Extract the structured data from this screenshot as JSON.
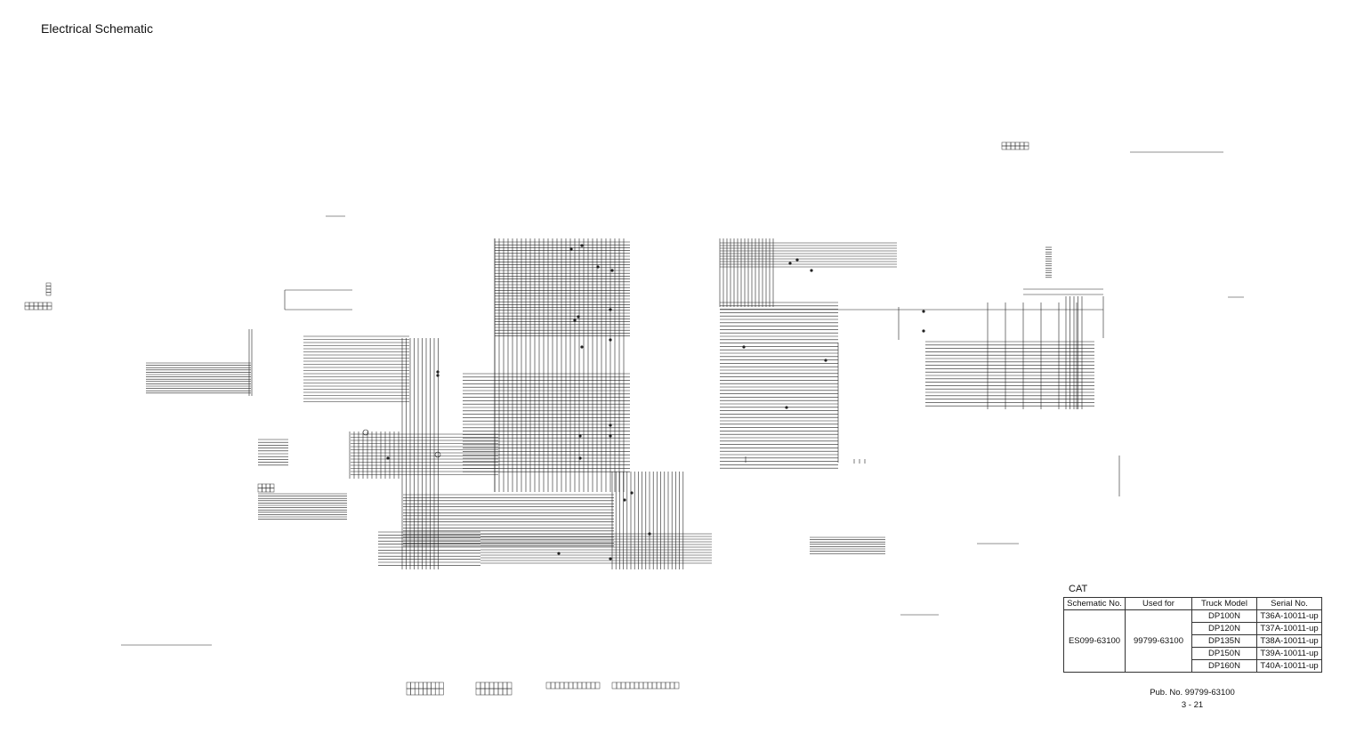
{
  "page": {
    "title": "Electrical Schematic"
  },
  "title_block": {
    "brand": "CAT",
    "headers": [
      "Schematic No.",
      "Used for",
      "Truck Model",
      "Serial No."
    ],
    "schematic_no": "ES099-63100",
    "used_for": "99799-63100",
    "rows": [
      {
        "model": "DP100N",
        "serial": "T36A-10011-up"
      },
      {
        "model": "DP120N",
        "serial": "T37A-10011-up"
      },
      {
        "model": "DP135N",
        "serial": "T38A-10011-up"
      },
      {
        "model": "DP150N",
        "serial": "T39A-10011-up"
      },
      {
        "model": "DP160N",
        "serial": "T40A-10011-up"
      }
    ]
  },
  "publication": {
    "pub_no": "Pub. No. 99799-63100",
    "page": "3 - 21"
  }
}
